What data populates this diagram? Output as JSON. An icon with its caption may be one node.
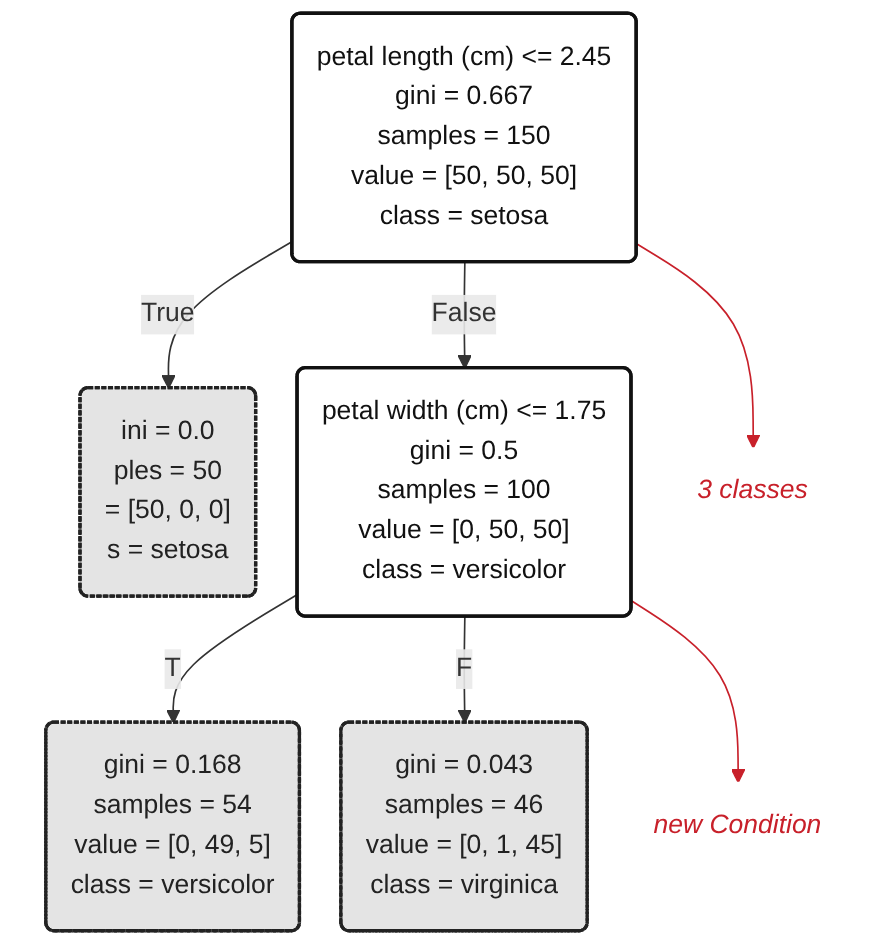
{
  "diagram": {
    "nodes": [
      {
        "text": [
          "petal length (cm) <= 2.45",
          "gini = 0.667",
          "samples = 150",
          "value = [50, 50, 50]",
          "class = setosa"
        ]
      },
      {
        "text": [
          "ini = 0.0",
          "ples = 50",
          "= [50, 0, 0]",
          "s = setosa"
        ]
      },
      {
        "text": [
          "petal width (cm) <= 1.75",
          "gini = 0.5",
          "samples = 100",
          "value = [0, 50, 50]",
          "class = versicolor"
        ]
      },
      {
        "text": [
          "gini = 0.168",
          "samples = 54",
          "value = [0, 49, 5]",
          "class = versicolor"
        ]
      },
      {
        "text": [
          "gini = 0.043",
          "samples = 46",
          "value = [0, 1, 45]",
          "class = virginica"
        ]
      },
      {
        "text": [
          "3 classes"
        ]
      },
      {
        "text": [
          "new Condition"
        ]
      }
    ],
    "edges": [
      {
        "from": 0,
        "to": 1,
        "arrow": "to",
        "label": "True"
      },
      {
        "from": 0,
        "to": 2,
        "arrow": "to",
        "label": "False"
      },
      {
        "from": 2,
        "to": 3,
        "arrow": "to",
        "label": "T"
      },
      {
        "from": 2,
        "to": 4,
        "arrow": "to",
        "label": "F"
      },
      {
        "from": 0,
        "to": 5,
        "arrow": "to",
        "color": "#c8202a"
      },
      {
        "from": 2,
        "to": 6,
        "arrow": "to",
        "color": "#c8202a"
      }
    ]
  }
}
